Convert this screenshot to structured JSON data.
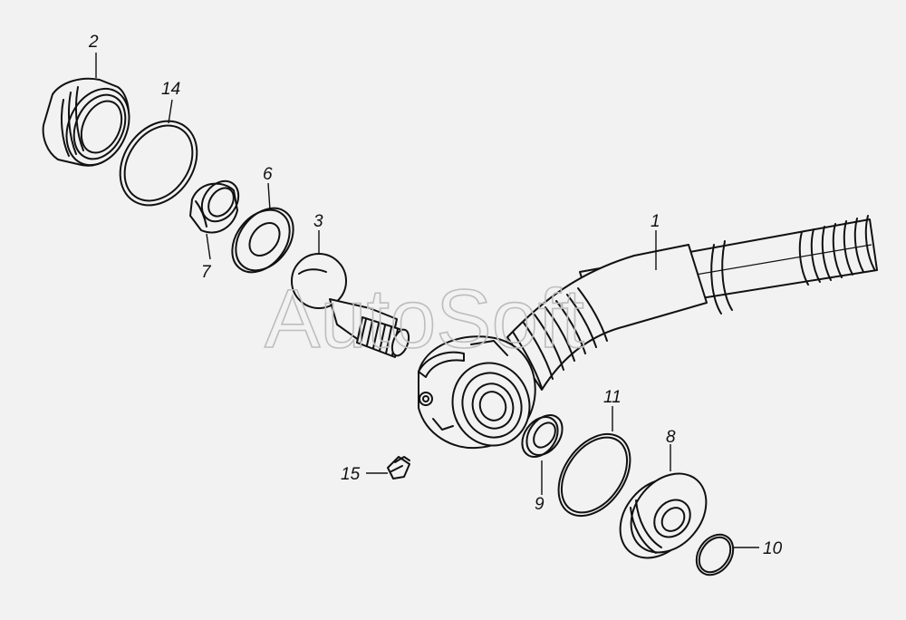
{
  "diagram": {
    "watermark": "AutoSoft",
    "callouts": [
      {
        "id": "1",
        "label": "1",
        "part": "hose"
      },
      {
        "id": "2",
        "label": "2",
        "part": "nut"
      },
      {
        "id": "3",
        "label": "3",
        "part": "ball-pin"
      },
      {
        "id": "6",
        "label": "6",
        "part": "washer"
      },
      {
        "id": "7",
        "label": "7",
        "part": "sleeve"
      },
      {
        "id": "8",
        "label": "8",
        "part": "cap"
      },
      {
        "id": "9",
        "label": "9",
        "part": "bushing"
      },
      {
        "id": "10",
        "label": "10",
        "part": "small-ring"
      },
      {
        "id": "11",
        "label": "11",
        "part": "o-ring"
      },
      {
        "id": "14",
        "label": "14",
        "part": "large-ring"
      },
      {
        "id": "15",
        "label": "15",
        "part": "grease-fitting"
      }
    ]
  }
}
